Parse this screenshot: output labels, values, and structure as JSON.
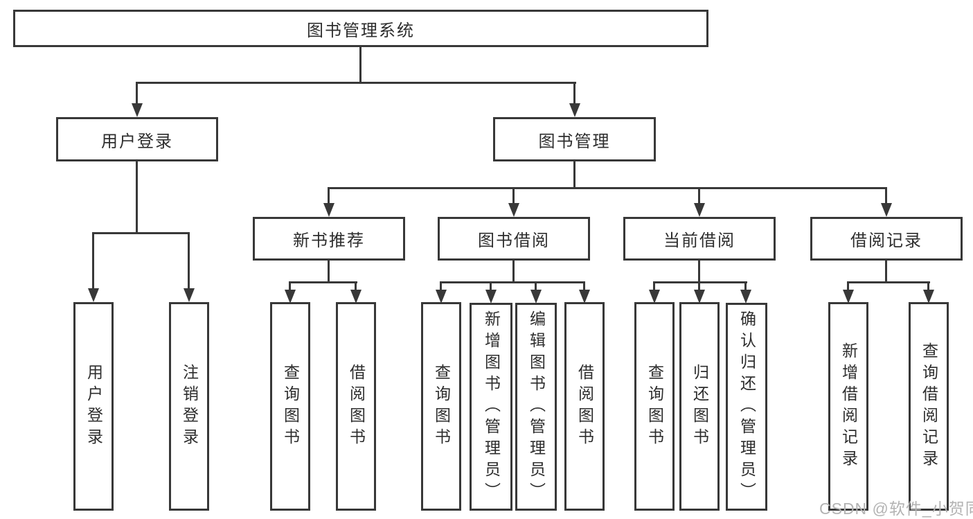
{
  "diagram": {
    "root": "图书管理系统",
    "level2": {
      "user_login": "用户登录",
      "book_management": "图书管理"
    },
    "user_children": {
      "login": "用户登录",
      "logout": "注销登录"
    },
    "level3": {
      "new_books": "新书推荐",
      "book_borrow": "图书借阅",
      "current_borrow": "当前借阅",
      "borrow_records": "借阅记录"
    },
    "new_books_children": {
      "query_books": "查询图书",
      "borrow_books": "借阅图书"
    },
    "book_borrow_children": {
      "query_books": "查询图书",
      "add_books_admin": "新增图书（管理员）",
      "edit_books_admin": "编辑图书（管理员）",
      "borrow_books": "借阅图书"
    },
    "current_borrow_children": {
      "query_books": "查询图书",
      "return_books": "归还图书",
      "confirm_return_admin": "确认归还（管理员）"
    },
    "records_children": {
      "add_record": "新增借阅记录",
      "query_record": "查询借阅记录"
    }
  },
  "watermark": "CSDN @软件_小贺同学",
  "colors": {
    "line": "#383838",
    "text": "#2d2d2d",
    "watermark": "#b3b3b3",
    "background": "#ffffff"
  }
}
